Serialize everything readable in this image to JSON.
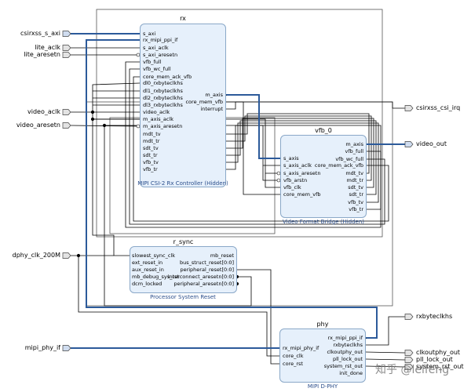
{
  "external_inputs": [
    {
      "id": "csirxss_s_axi",
      "label": "csirxss_s_axi",
      "bus": true
    },
    {
      "id": "lite_aclk",
      "label": "lite_aclk",
      "bus": false
    },
    {
      "id": "lite_aresetn",
      "label": "lite_aresetn",
      "bus": false
    },
    {
      "id": "video_aclk",
      "label": "video_aclk",
      "bus": false
    },
    {
      "id": "video_aresetn",
      "label": "video_aresetn",
      "bus": false
    },
    {
      "id": "dphy_clk_200M",
      "label": "dphy_clk_200M",
      "bus": false
    },
    {
      "id": "mipi_phy_if",
      "label": "mipi_phy_if",
      "bus": true
    }
  ],
  "external_outputs": [
    {
      "id": "csirxss_csi_irq",
      "label": "csirxss_csi_irq",
      "bus": false
    },
    {
      "id": "video_out",
      "label": "video_out",
      "bus": true
    },
    {
      "id": "rxbyteclkhs",
      "label": "rxbyteclkhs",
      "bus": false
    },
    {
      "id": "clkoutphy_out",
      "label": "clkoutphy_out",
      "bus": false
    },
    {
      "id": "pll_lock_out",
      "label": "pll_lock_out",
      "bus": false
    },
    {
      "id": "system_rst_out",
      "label": "system_rst_out",
      "bus": false
    }
  ],
  "blocks": {
    "rx": {
      "title": "rx",
      "subtitle": "MIPI CSI-2 Rx Controller (Hidden)",
      "inputs": [
        "s_axi",
        "rx_mipi_ppi_if",
        "s_axi_aclk",
        "s_axi_aresetn",
        "vfb_full",
        "vfb_wc_full",
        "core_mem_ack_vfb",
        "dl0_rxbyteclkhs",
        "dl1_rxbyteclkhs",
        "dl2_rxbyteclkhs",
        "dl3_rxbyteclkhs",
        "video_aclk",
        "m_axis_aclk",
        "m_axis_aresetn",
        "mdt_tv",
        "mdt_tr",
        "sdt_tv",
        "sdt_tr",
        "vfb_tv",
        "vfb_tr"
      ],
      "outputs": [
        "m_axis",
        "core_mem_vfb",
        "interrupt"
      ]
    },
    "vfb_0": {
      "title": "vfb_0",
      "subtitle": "Video Format Bridge (Hidden)",
      "inputs": [
        "s_axis",
        "s_axis_aclk",
        "s_axis_aresetn",
        "vfb_arstn",
        "vfb_clk",
        "core_mem_vfb"
      ],
      "outputs": [
        "m_axis",
        "vfb_full",
        "vfb_wc_full",
        "core_mem_ack_vfb",
        "mdt_tv",
        "mdt_tr",
        "sdt_tv",
        "sdt_tr",
        "vfb_tv",
        "vfb_tr"
      ]
    },
    "r_sync": {
      "title": "r_sync",
      "subtitle": "Processor System Reset",
      "inputs": [
        "slowest_sync_clk",
        "ext_reset_in",
        "aux_reset_in",
        "mb_debug_sys_rst",
        "dcm_locked"
      ],
      "outputs": [
        "mb_reset",
        "bus_struct_reset[0:0]",
        "peripheral_reset[0:0]",
        "interconnect_aresetn[0:0]",
        "peripheral_aresetn[0:0]"
      ]
    },
    "phy": {
      "title": "phy",
      "subtitle": "MIPI D-PHY",
      "inputs": [
        "rx_mipi_phy_if",
        "core_clk",
        "core_rst"
      ],
      "outputs": [
        "rx_mipi_ppi_if",
        "rxbyteclkhs",
        "clkoutphy_out",
        "pll_lock_out",
        "system_rst_out",
        "init_done"
      ]
    }
  },
  "watermark": "知乎 @leifeng",
  "colors": {
    "block_fill": "#e6f0fb",
    "block_border": "#8aa8c8",
    "wire": "#000000",
    "bus": "#2c5a9a",
    "subtitle": "#2c4f8c",
    "frame": "#555555"
  }
}
